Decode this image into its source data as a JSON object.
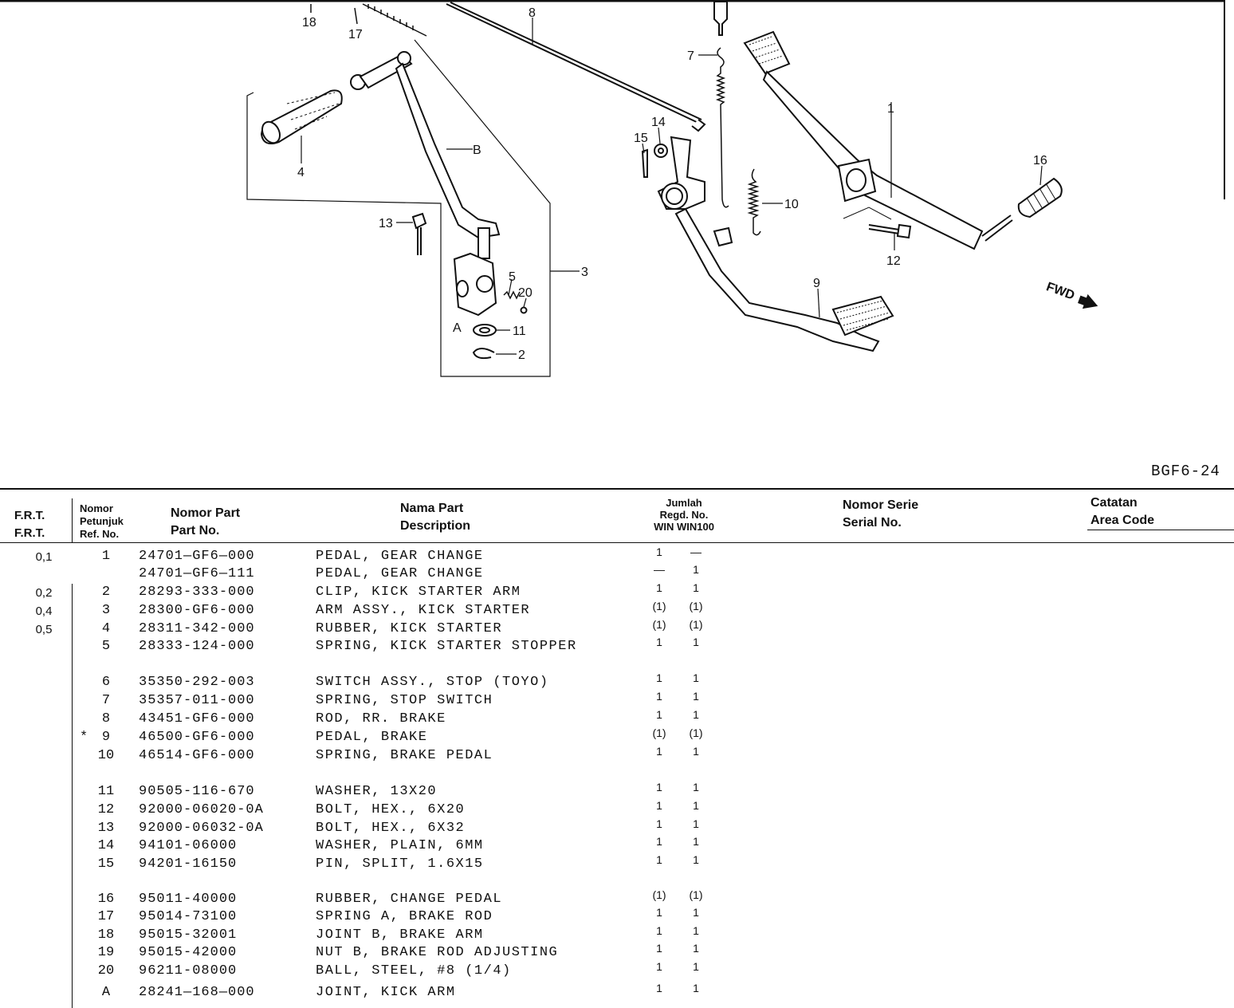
{
  "diagram": {
    "callouts": {
      "c18": "18",
      "c17": "17",
      "c8": "8",
      "c7": "7",
      "c1": "1",
      "cB": "B",
      "c4": "4",
      "c14": "14",
      "c15": "15",
      "c16": "16",
      "c10": "10",
      "c13": "13",
      "c12": "12",
      "c3": "3",
      "c5": "5",
      "c20": "20",
      "c9": "9",
      "cA": "A",
      "c11": "11",
      "c2": "2"
    },
    "fwd_label": "FWD",
    "page_code": "BGF6-24"
  },
  "table": {
    "headers": {
      "frt_1": "F.R.T.",
      "frt_2": "F.R.T.",
      "ref_1": "Nomor",
      "ref_2": "Petunjuk",
      "ref_3": "Ref. No.",
      "part_1": "Nomor Part",
      "part_2": "Part No.",
      "desc_1": "Nama Part",
      "desc_2": "Description",
      "qty_1": "Jumlah",
      "qty_2": "Regd. No.",
      "qty_3": "WIN  WIN100",
      "serial_1": "Nomor Serie",
      "serial_2": "Serial No.",
      "area_1": "Catatan",
      "area_2": "Area Code"
    },
    "rows": [
      {
        "frt": "0,1",
        "star": "",
        "ref": "1",
        "part": "24701—GF6—000",
        "desc": "PEDAL, GEAR CHANGE",
        "win": "1",
        "win100": "—"
      },
      {
        "frt": "",
        "star": "",
        "ref": "",
        "part": "24701—GF6—111",
        "desc": "PEDAL, GEAR CHANGE",
        "win": "—",
        "win100": "1"
      },
      {
        "frt": "0,2",
        "star": "",
        "ref": "2",
        "part": "28293-333-000",
        "desc": "CLIP, KICK STARTER ARM",
        "win": "1",
        "win100": "1"
      },
      {
        "frt": "0,4",
        "star": "",
        "ref": "3",
        "part": "28300-GF6-000",
        "desc": "ARM ASSY., KICK STARTER",
        "win": "(1)",
        "win100": "(1)"
      },
      {
        "frt": "0,5",
        "star": "",
        "ref": "4",
        "part": "28311-342-000",
        "desc": "RUBBER, KICK STARTER",
        "win": "(1)",
        "win100": "(1)"
      },
      {
        "frt": "",
        "star": "",
        "ref": "5",
        "part": "28333-124-000",
        "desc": "SPRING, KICK STARTER STOPPER",
        "win": "1",
        "win100": "1"
      },
      {
        "frt": "",
        "star": "",
        "ref": "6",
        "part": "35350-292-003",
        "desc": "SWITCH ASSY., STOP (TOYO)",
        "win": "1",
        "win100": "1"
      },
      {
        "frt": "",
        "star": "",
        "ref": "7",
        "part": "35357-011-000",
        "desc": "SPRING, STOP SWITCH",
        "win": "1",
        "win100": "1"
      },
      {
        "frt": "",
        "star": "",
        "ref": "8",
        "part": "43451-GF6-000",
        "desc": "ROD, RR. BRAKE",
        "win": "1",
        "win100": "1"
      },
      {
        "frt": "",
        "star": "*",
        "ref": "9",
        "part": "46500-GF6-000",
        "desc": "PEDAL, BRAKE",
        "win": "(1)",
        "win100": "(1)"
      },
      {
        "frt": "",
        "star": "",
        "ref": "10",
        "part": "46514-GF6-000",
        "desc": "SPRING, BRAKE PEDAL",
        "win": "1",
        "win100": "1"
      },
      {
        "frt": "",
        "star": "",
        "ref": "11",
        "part": "90505-116-670",
        "desc": "WASHER, 13X20",
        "win": "1",
        "win100": "1"
      },
      {
        "frt": "",
        "star": "",
        "ref": "12",
        "part": "92000-06020-0A",
        "desc": "BOLT, HEX., 6X20",
        "win": "1",
        "win100": "1"
      },
      {
        "frt": "",
        "star": "",
        "ref": "13",
        "part": "92000-06032-0A",
        "desc": "BOLT, HEX., 6X32",
        "win": "1",
        "win100": "1"
      },
      {
        "frt": "",
        "star": "",
        "ref": "14",
        "part": "94101-06000",
        "desc": "WASHER, PLAIN, 6MM",
        "win": "1",
        "win100": "1"
      },
      {
        "frt": "",
        "star": "",
        "ref": "15",
        "part": "94201-16150",
        "desc": "PIN, SPLIT, 1.6X15",
        "win": "1",
        "win100": "1"
      },
      {
        "frt": "",
        "star": "",
        "ref": "16",
        "part": "95011-40000",
        "desc": "RUBBER, CHANGE PEDAL",
        "win": "(1)",
        "win100": "(1)"
      },
      {
        "frt": "",
        "star": "",
        "ref": "17",
        "part": "95014-73100",
        "desc": "SPRING A, BRAKE ROD",
        "win": "1",
        "win100": "1"
      },
      {
        "frt": "",
        "star": "",
        "ref": "18",
        "part": "95015-32001",
        "desc": "JOINT B, BRAKE ARM",
        "win": "1",
        "win100": "1"
      },
      {
        "frt": "",
        "star": "",
        "ref": "19",
        "part": "95015-42000",
        "desc": "NUT B, BRAKE ROD ADJUSTING",
        "win": "1",
        "win100": "1"
      },
      {
        "frt": "",
        "star": "",
        "ref": "20",
        "part": "96211-08000",
        "desc": "BALL, STEEL, #8 (1/4)",
        "win": "1",
        "win100": "1"
      },
      {
        "frt": "",
        "star": "",
        "ref": "A",
        "part": "28241—168—000",
        "desc": "JOINT, KICK ARM",
        "win": "1",
        "win100": "1"
      }
    ]
  }
}
